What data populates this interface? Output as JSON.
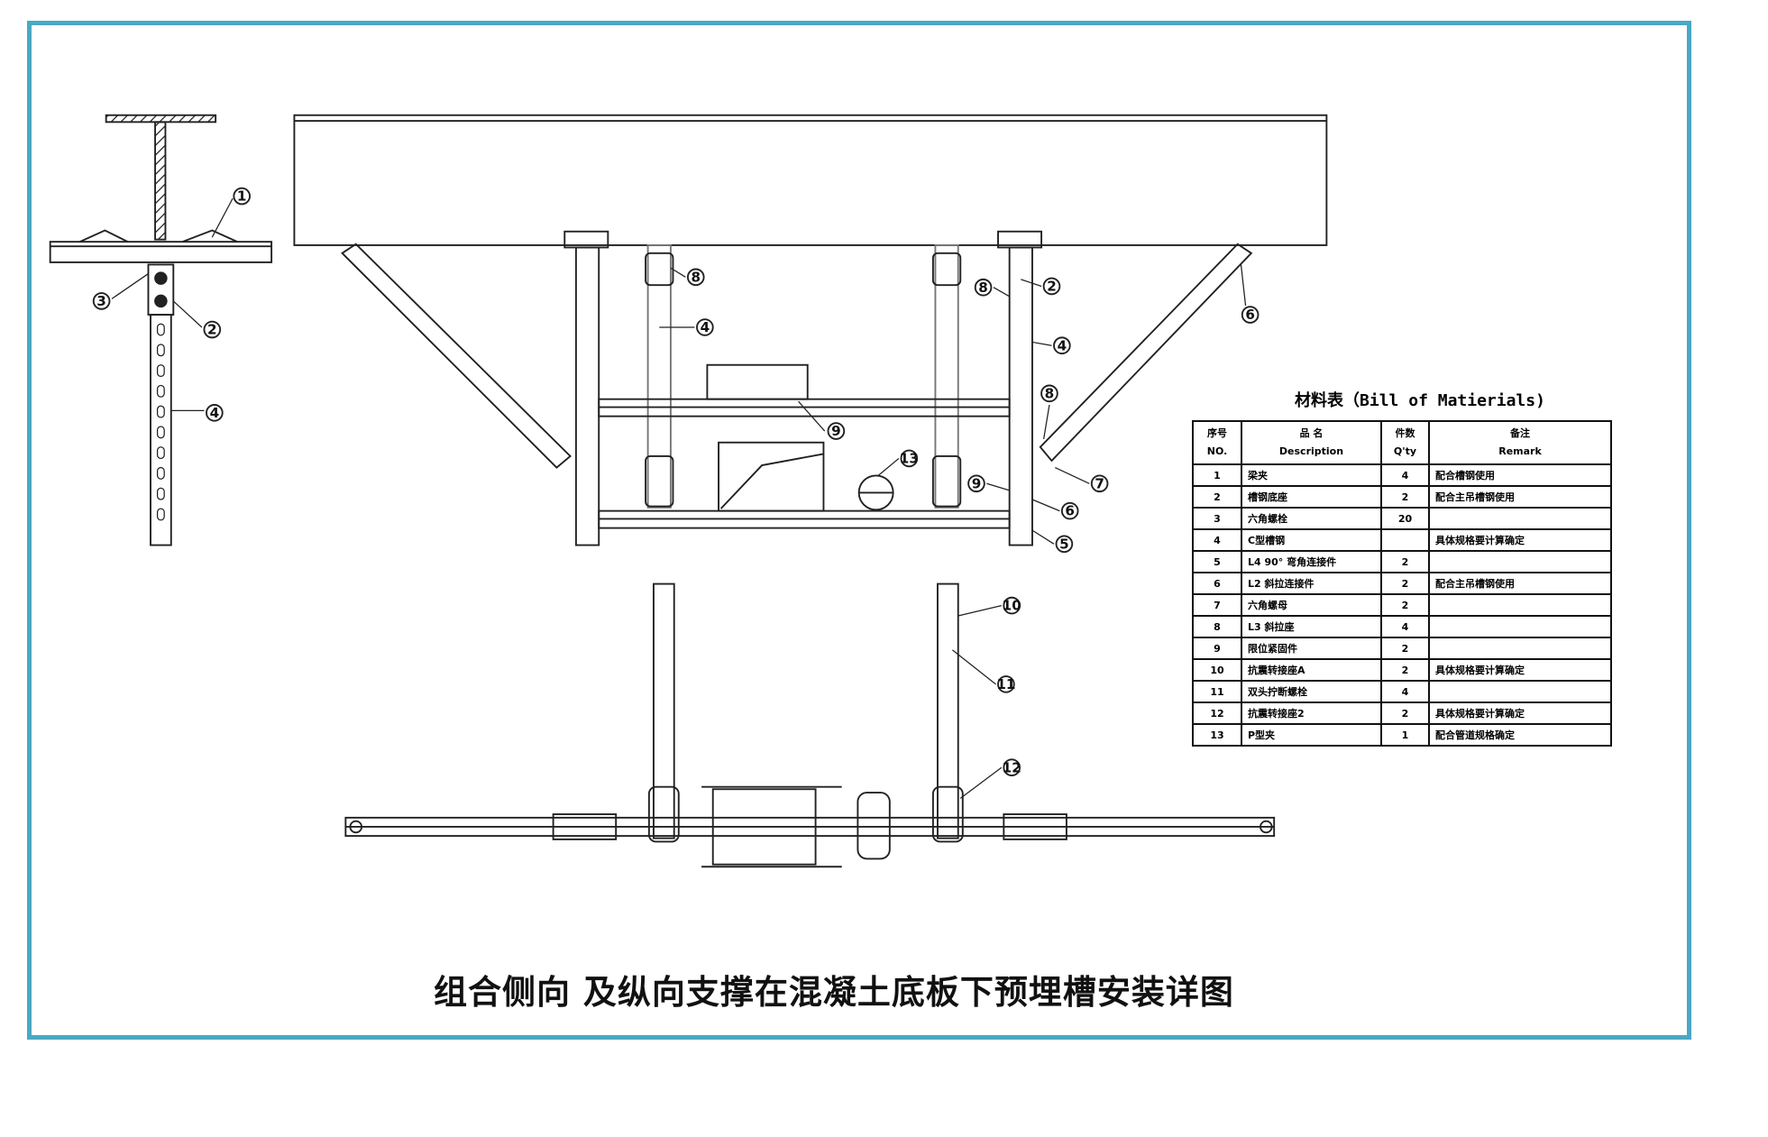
{
  "caption": "组合侧向 及纵向支撑在混凝土底板下预埋槽安装详图",
  "frame_color": "#4aa8c4",
  "bom": {
    "title": "材料表（Bill of Matierials)",
    "headers": [
      {
        "cn": "序号",
        "en": "NO."
      },
      {
        "cn": "品 名",
        "en": "Description"
      },
      {
        "cn": "件数",
        "en": "Q'ty"
      },
      {
        "cn": "备注",
        "en": "Remark"
      }
    ],
    "rows": [
      {
        "no": "1",
        "desc": "梁夹",
        "qty": "4",
        "remark": "配合槽钢使用"
      },
      {
        "no": "2",
        "desc": "槽钢底座",
        "qty": "2",
        "remark": "配合主吊槽钢使用"
      },
      {
        "no": "3",
        "desc": "六角螺栓",
        "qty": "20",
        "remark": ""
      },
      {
        "no": "4",
        "desc": "C型槽钢",
        "qty": "",
        "remark": "具体规格要计算确定"
      },
      {
        "no": "5",
        "desc": "L4 90° 弯角连接件",
        "qty": "2",
        "remark": ""
      },
      {
        "no": "6",
        "desc": "L2 斜拉连接件",
        "qty": "2",
        "remark": "配合主吊槽钢使用"
      },
      {
        "no": "7",
        "desc": "六角螺母",
        "qty": "2",
        "remark": ""
      },
      {
        "no": "8",
        "desc": "L3 斜拉座",
        "qty": "4",
        "remark": ""
      },
      {
        "no": "9",
        "desc": "限位紧固件",
        "qty": "2",
        "remark": ""
      },
      {
        "no": "10",
        "desc": "抗震转接座A",
        "qty": "2",
        "remark": "具体规格要计算确定"
      },
      {
        "no": "11",
        "desc": "双头拧断螺栓",
        "qty": "4",
        "remark": ""
      },
      {
        "no": "12",
        "desc": "抗震转接座2",
        "qty": "2",
        "remark": "具体规格要计算确定"
      },
      {
        "no": "13",
        "desc": "P型夹",
        "qty": "1",
        "remark": "配合管道规格确定"
      }
    ]
  },
  "callouts": [
    "1",
    "3",
    "2",
    "4",
    "8",
    "4",
    "9",
    "13",
    "8",
    "2",
    "6",
    "4",
    "8",
    "7",
    "9",
    "6",
    "5",
    "10",
    "11",
    "12"
  ]
}
